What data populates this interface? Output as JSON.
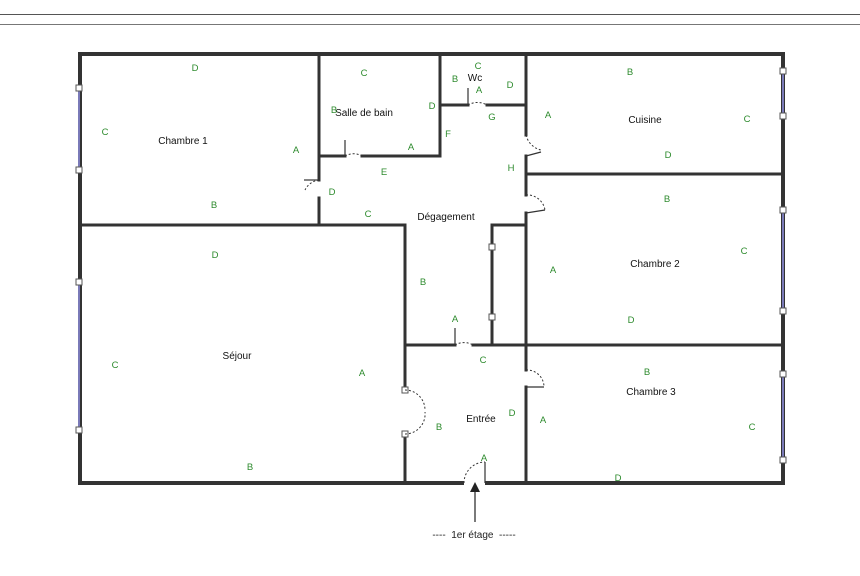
{
  "rooms": {
    "chambre1": "Chambre 1",
    "salle_de_bain": "Salle de bain",
    "wc": "Wc",
    "cuisine": "Cuisine",
    "degagement": "Dégagement",
    "chambre2": "Chambre 2",
    "sejour": "Séjour",
    "entree": "Entrée",
    "chambre3": "Chambre 3"
  },
  "floor_label": "----  1er étage  -----",
  "colors": {
    "marker": "#2e8b2e",
    "window": "#7a7ab8",
    "wall": "#333333"
  },
  "wall_markers": {
    "chambre1": [
      "D",
      "C",
      "A",
      "B"
    ],
    "salle_de_bain": [
      "C",
      "B",
      "D",
      "A"
    ],
    "wc": [
      "C",
      "B",
      "D",
      "A"
    ],
    "cuisine": [
      "B",
      "A",
      "C",
      "D"
    ],
    "degagement": [
      "E",
      "F",
      "G",
      "H",
      "C",
      "D",
      "B",
      "A"
    ],
    "chambre2": [
      "B",
      "A",
      "C",
      "D"
    ],
    "sejour": [
      "D",
      "C",
      "A",
      "B"
    ],
    "entree": [
      "C",
      "B",
      "D",
      "A"
    ],
    "chambre3": [
      "B",
      "A",
      "C",
      "D"
    ]
  }
}
